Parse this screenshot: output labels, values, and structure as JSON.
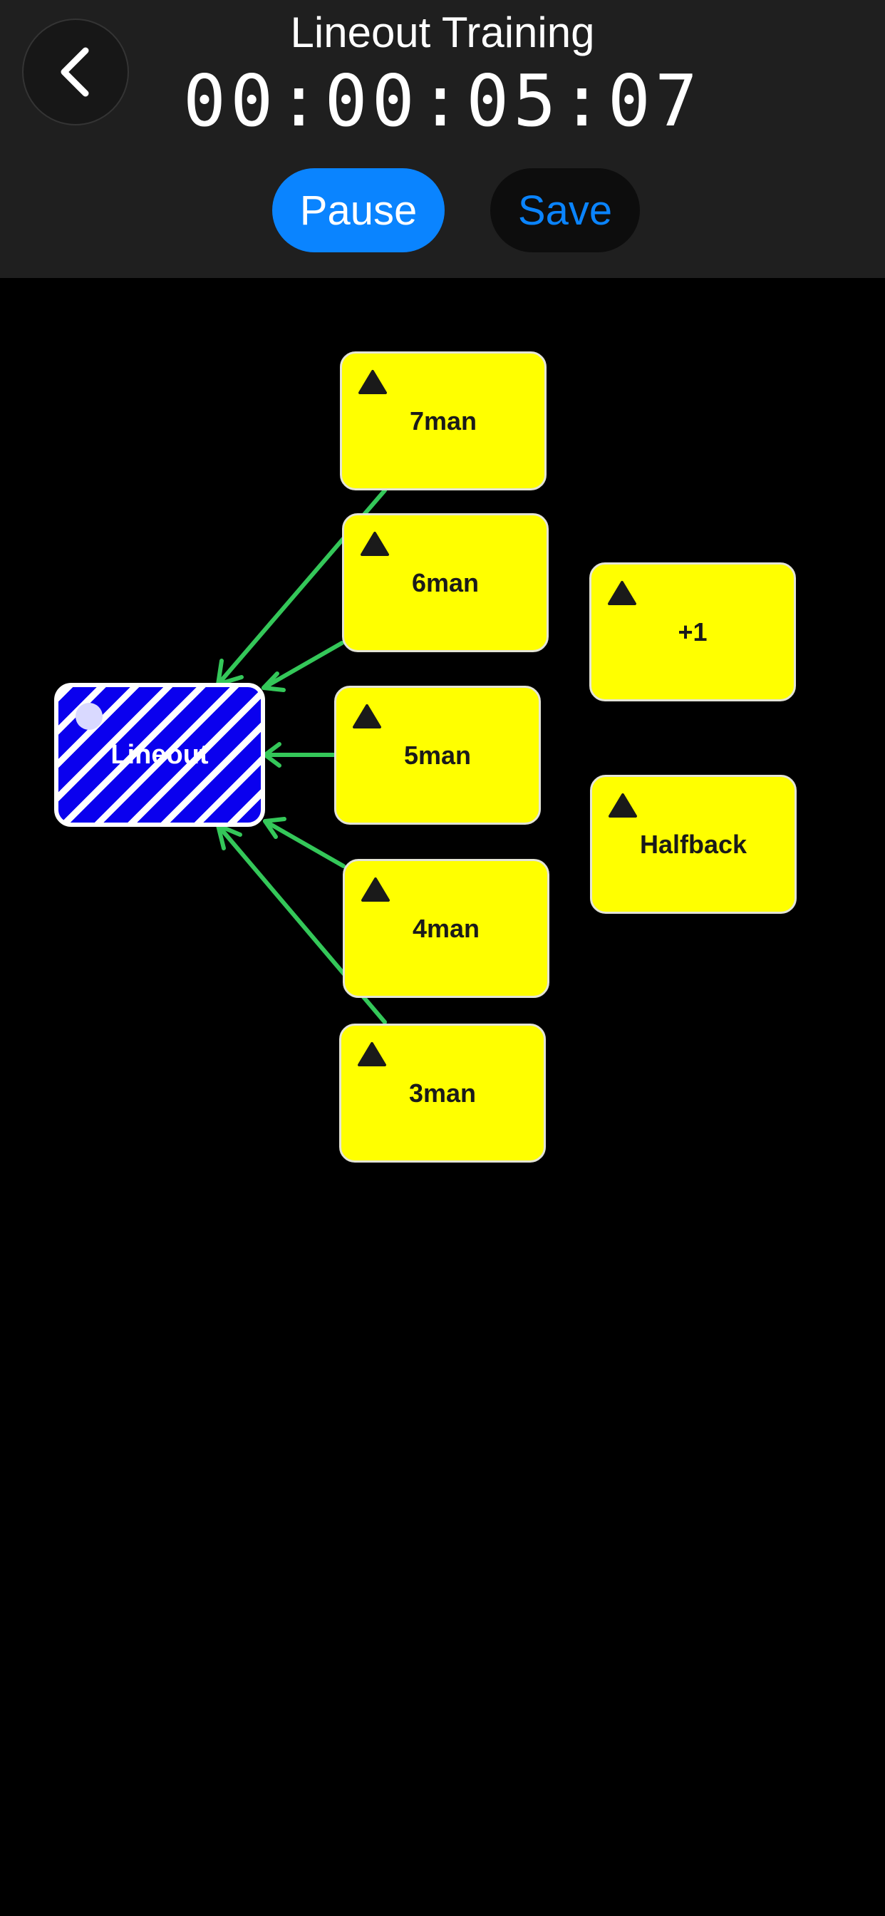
{
  "header": {
    "title": "Lineout Training",
    "timer": "00:00:05:07",
    "pause_label": "Pause",
    "save_label": "Save"
  },
  "colors": {
    "header_bg": "#1f1f1f",
    "accent_blue": "#0a84ff",
    "node_yellow": "#ffff00",
    "lineout_blue": "#0a00ee",
    "arrow_green": "#34c759"
  },
  "diagram": {
    "center_node": {
      "label": "Lineout"
    },
    "nodes": [
      {
        "id": "7man",
        "label": "7man"
      },
      {
        "id": "6man",
        "label": "6man"
      },
      {
        "id": "5man",
        "label": "5man"
      },
      {
        "id": "4man",
        "label": "4man"
      },
      {
        "id": "3man",
        "label": "3man"
      },
      {
        "id": "plus1",
        "label": "+1"
      },
      {
        "id": "halfback",
        "label": "Halfback"
      }
    ],
    "edges": [
      {
        "from": "7man",
        "to": "Lineout"
      },
      {
        "from": "6man",
        "to": "Lineout"
      },
      {
        "from": "5man",
        "to": "Lineout"
      },
      {
        "from": "4man",
        "to": "Lineout"
      },
      {
        "from": "3man",
        "to": "Lineout"
      }
    ]
  }
}
